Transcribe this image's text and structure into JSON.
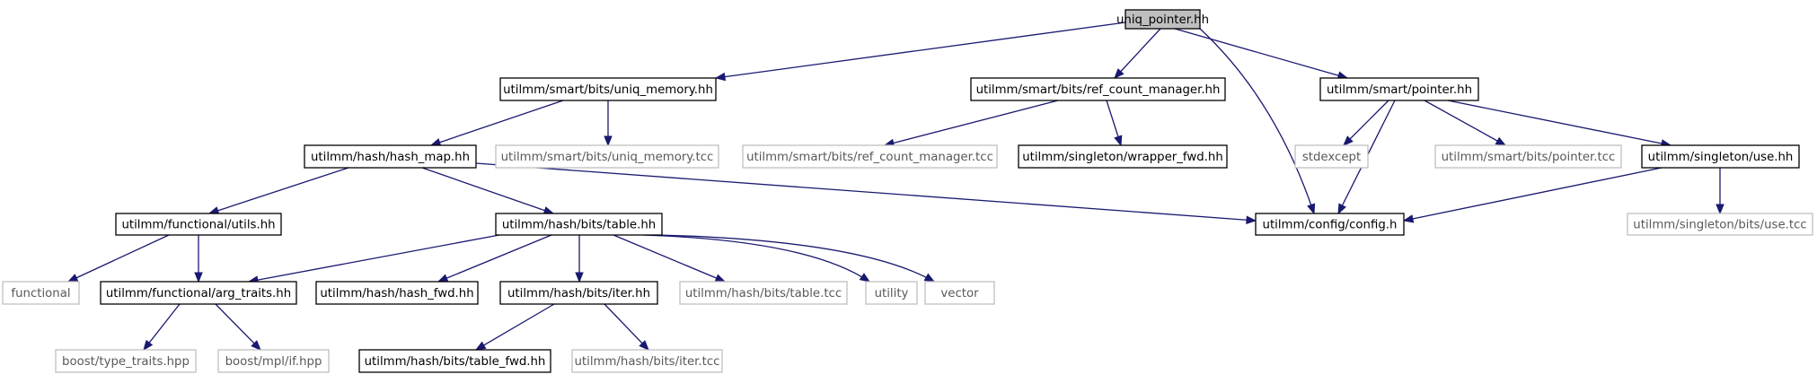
{
  "diagram": {
    "type": "include-dependency-graph",
    "nodes": [
      {
        "id": "n0",
        "label": "uniq_pointer.hh",
        "kind": "root"
      },
      {
        "id": "n1",
        "label": "utilmm/smart/bits/uniq_memory.hh",
        "kind": "file"
      },
      {
        "id": "n2",
        "label": "utilmm/smart/bits/ref_count_manager.hh",
        "kind": "file"
      },
      {
        "id": "n3",
        "label": "utilmm/smart/pointer.hh",
        "kind": "file"
      },
      {
        "id": "n4",
        "label": "utilmm/hash/hash_map.hh",
        "kind": "file"
      },
      {
        "id": "n5",
        "label": "utilmm/smart/bits/uniq_memory.tcc",
        "kind": "external"
      },
      {
        "id": "n6",
        "label": "utilmm/smart/bits/ref_count_manager.tcc",
        "kind": "external"
      },
      {
        "id": "n7",
        "label": "utilmm/singleton/wrapper_fwd.hh",
        "kind": "file"
      },
      {
        "id": "n8",
        "label": "stdexcept",
        "kind": "external"
      },
      {
        "id": "n9",
        "label": "utilmm/smart/bits/pointer.tcc",
        "kind": "external"
      },
      {
        "id": "n10",
        "label": "utilmm/singleton/use.hh",
        "kind": "file"
      },
      {
        "id": "n11",
        "label": "utilmm/functional/utils.hh",
        "kind": "file"
      },
      {
        "id": "n12",
        "label": "utilmm/hash/bits/table.hh",
        "kind": "file"
      },
      {
        "id": "n13",
        "label": "utilmm/config/config.h",
        "kind": "file"
      },
      {
        "id": "n14",
        "label": "utilmm/singleton/bits/use.tcc",
        "kind": "external"
      },
      {
        "id": "n15",
        "label": "functional",
        "kind": "external"
      },
      {
        "id": "n16",
        "label": "utilmm/functional/arg_traits.hh",
        "kind": "file"
      },
      {
        "id": "n17",
        "label": "utilmm/hash/hash_fwd.hh",
        "kind": "file"
      },
      {
        "id": "n18",
        "label": "utilmm/hash/bits/iter.hh",
        "kind": "file"
      },
      {
        "id": "n19",
        "label": "utilmm/hash/bits/table.tcc",
        "kind": "external"
      },
      {
        "id": "n20",
        "label": "utility",
        "kind": "external"
      },
      {
        "id": "n21",
        "label": "vector",
        "kind": "external"
      },
      {
        "id": "n22",
        "label": "boost/type_traits.hpp",
        "kind": "external"
      },
      {
        "id": "n23",
        "label": "boost/mpl/if.hpp",
        "kind": "external"
      },
      {
        "id": "n24",
        "label": "utilmm/hash/bits/table_fwd.hh",
        "kind": "file"
      },
      {
        "id": "n25",
        "label": "utilmm/hash/bits/iter.tcc",
        "kind": "external"
      }
    ],
    "edges": [
      [
        "n0",
        "n1"
      ],
      [
        "n0",
        "n2"
      ],
      [
        "n0",
        "n3"
      ],
      [
        "n0",
        "n13"
      ],
      [
        "n1",
        "n4"
      ],
      [
        "n1",
        "n5"
      ],
      [
        "n2",
        "n6"
      ],
      [
        "n2",
        "n7"
      ],
      [
        "n3",
        "n8"
      ],
      [
        "n3",
        "n13"
      ],
      [
        "n3",
        "n9"
      ],
      [
        "n3",
        "n10"
      ],
      [
        "n4",
        "n11"
      ],
      [
        "n4",
        "n12"
      ],
      [
        "n4",
        "n13"
      ],
      [
        "n10",
        "n13"
      ],
      [
        "n10",
        "n14"
      ],
      [
        "n11",
        "n15"
      ],
      [
        "n11",
        "n16"
      ],
      [
        "n12",
        "n16"
      ],
      [
        "n12",
        "n17"
      ],
      [
        "n12",
        "n18"
      ],
      [
        "n12",
        "n19"
      ],
      [
        "n12",
        "n20"
      ],
      [
        "n12",
        "n21"
      ],
      [
        "n16",
        "n22"
      ],
      [
        "n16",
        "n23"
      ],
      [
        "n18",
        "n24"
      ],
      [
        "n18",
        "n25"
      ]
    ]
  }
}
